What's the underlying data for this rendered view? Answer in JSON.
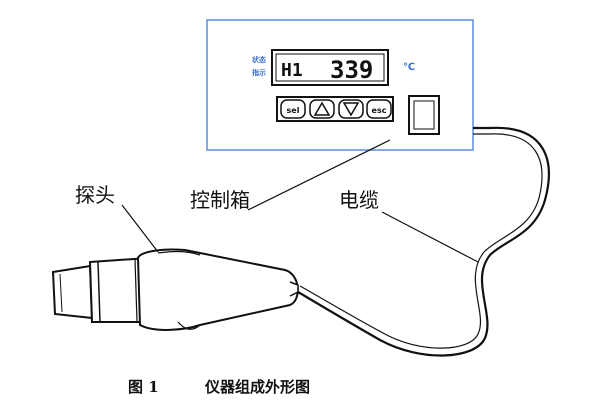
{
  "panel": {
    "indicator_labels": [
      "状态",
      "指示"
    ],
    "display_left": "H1",
    "display_value": "339",
    "unit": "℃",
    "buttons": [
      "sel",
      "▲",
      "▼",
      "esc"
    ]
  },
  "labels": {
    "probe": "探头",
    "control_box": "控制箱",
    "cable": "电缆"
  },
  "caption": {
    "figure_number": "图 1",
    "title": "仪器组成外形图"
  },
  "colors": {
    "panel_border": "#5a8fd8",
    "line": "#111111",
    "indicator_text": "#3a6fd0"
  }
}
